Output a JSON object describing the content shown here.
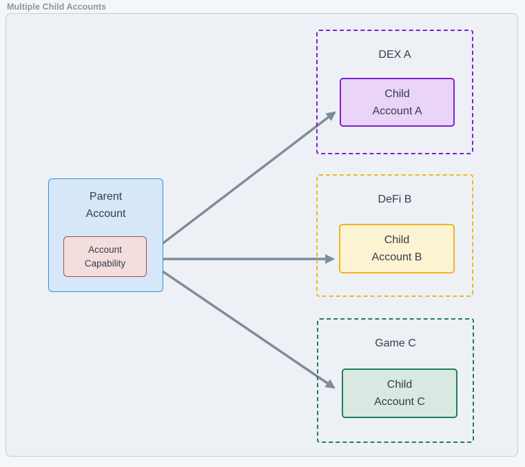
{
  "diagram_title": "Multiple Child Accounts",
  "parent_node": {
    "line1": "Parent",
    "line2": "Account",
    "capability": {
      "line1": "Account",
      "line2": "Capability"
    }
  },
  "services": [
    {
      "name": "DEX A",
      "child_line1": "Child",
      "child_line2": "Account A",
      "accent": "#7e1fd1",
      "fill": "#ead4f8"
    },
    {
      "name": "DeFi B",
      "child_line1": "Child",
      "child_line2": "Account B",
      "accent": "#f0b61e",
      "fill": "#fcf3d3"
    },
    {
      "name": "Game C",
      "child_line1": "Child",
      "child_line2": "Account C",
      "accent": "#1e7d5a",
      "fill": "#d9e9e2"
    }
  ],
  "colors": {
    "arrow": "#7d8c9b",
    "parent_fill": "#d5e7f8",
    "parent_border": "#3d8bd4",
    "capability_fill": "#f3dedd",
    "capability_border": "#9d4f47",
    "frame_fill": "#edf1f6",
    "text": "#333c46",
    "title_text": "#8c96a5"
  }
}
